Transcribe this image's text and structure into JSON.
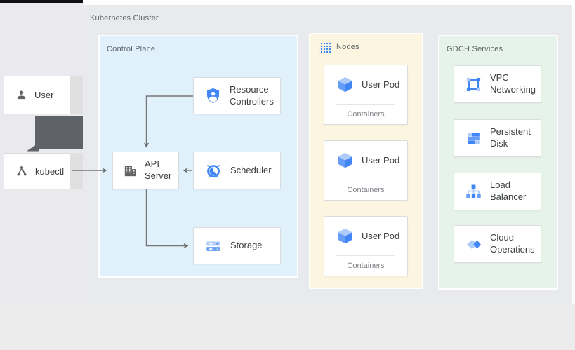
{
  "cluster": {
    "label": "Kubernetes Cluster"
  },
  "actors": {
    "user": "User",
    "kubectl": "kubectl"
  },
  "control_plane": {
    "label": "Control Plane",
    "resource_controllers": "Resource Controllers",
    "api_server": "API Server",
    "scheduler": "Scheduler",
    "storage": "Storage"
  },
  "nodes": {
    "label": "Nodes",
    "pods": [
      {
        "title": "User Pod",
        "subtitle": "Containers"
      },
      {
        "title": "User Pod",
        "subtitle": "Containers"
      },
      {
        "title": "User Pod",
        "subtitle": "Containers"
      }
    ]
  },
  "gdch": {
    "label": "GDCH Services",
    "services": [
      "VPC Networking",
      "Persistent Disk",
      "Load Balancer",
      "Cloud Operations"
    ]
  },
  "colors": {
    "accent_blue": "#4285f4",
    "light_blue": "#aecbfa",
    "mid_blue": "#669df6",
    "control_plane_bg": "#e0f1fc",
    "nodes_bg": "#fcf6e1",
    "gdch_bg": "#e6f3ea",
    "cluster_bg": "#e8eaed",
    "label_gray": "#5f6368",
    "text_dark": "#3c4043",
    "arrow_gray": "#616161"
  }
}
